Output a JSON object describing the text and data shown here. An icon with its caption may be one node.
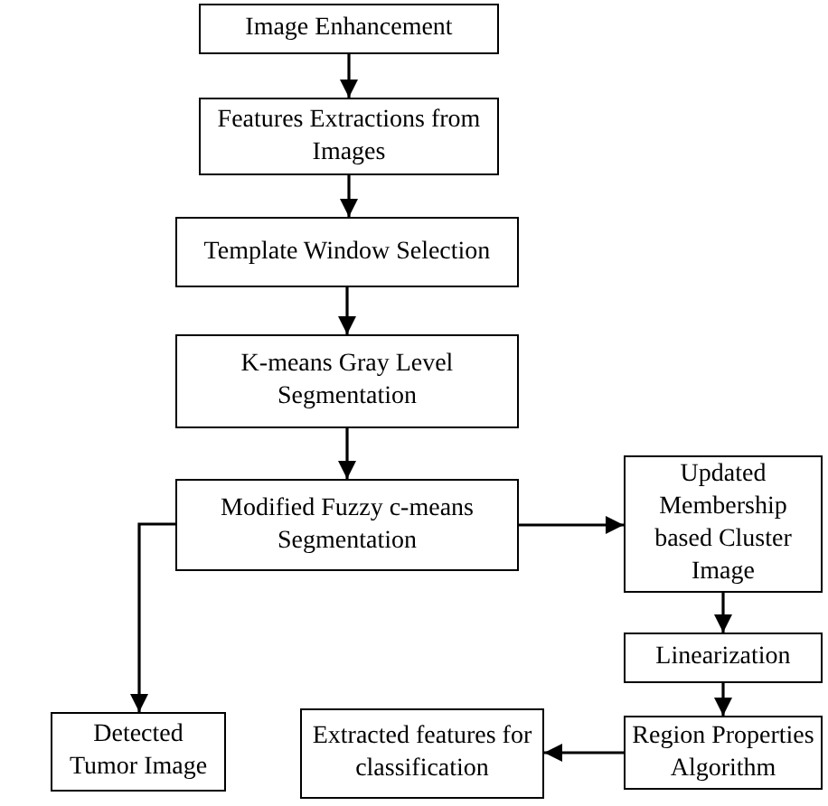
{
  "diagram": {
    "nodes": [
      {
        "text": [
          "Image Enhancement"
        ]
      },
      {
        "text": [
          "Features Extractions from Images"
        ]
      },
      {
        "text": [
          "Template Window Selection"
        ]
      },
      {
        "text": [
          "K-means Gray Level Segmentation"
        ]
      },
      {
        "text": [
          "Modified Fuzzy c-means Segmentation"
        ]
      },
      {
        "text": [
          "Updated Membership based Cluster Image"
        ]
      },
      {
        "text": [
          "Linearization"
        ]
      },
      {
        "text": [
          "Detected Tumor Image"
        ]
      },
      {
        "text": [
          "Extracted features for classification"
        ]
      },
      {
        "text": [
          "Region Properties Algorithm"
        ]
      }
    ],
    "edges": [
      {
        "from": 0,
        "to": 1,
        "arrow": "to"
      },
      {
        "from": 1,
        "to": 2,
        "arrow": "to"
      },
      {
        "from": 2,
        "to": 3,
        "arrow": "to"
      },
      {
        "from": 3,
        "to": 4,
        "arrow": "to"
      },
      {
        "from": 4,
        "to": 5,
        "arrow": "to"
      },
      {
        "from": 4,
        "to": 7,
        "arrow": "to"
      },
      {
        "from": 5,
        "to": 6,
        "arrow": "to"
      },
      {
        "from": 6,
        "to": 9,
        "arrow": "to"
      },
      {
        "from": 9,
        "to": 8,
        "arrow": "to"
      }
    ]
  }
}
